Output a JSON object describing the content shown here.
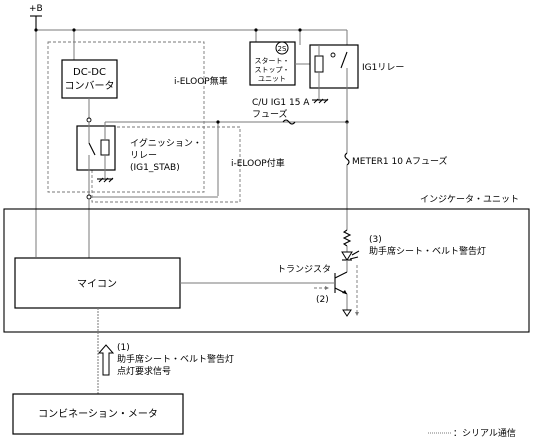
{
  "supply": {
    "label": "+B"
  },
  "dcdc": {
    "line1": "DC-DC",
    "line2": "コンバータ"
  },
  "eloop": {
    "without": "i-ELOOP無車",
    "with": "i-ELOOP付車"
  },
  "ign_relay": {
    "line1": "イグニッション・",
    "line2": "リレー",
    "line3": "(IG1_STAB)"
  },
  "ss_unit": {
    "symbol": "2S",
    "line1": "スタート・",
    "line2": "ストップ・",
    "line3": "ユニット"
  },
  "ig1_relay": {
    "label": "IG1リレー"
  },
  "fuse_ig1": {
    "line1": "C/U IG1 15 A",
    "line2": "フューズ"
  },
  "fuse_meter": {
    "label": "METER1 10 Aフューズ"
  },
  "indicator_unit": {
    "label": "インジケータ・ユニット"
  },
  "micom": {
    "label": "マイコン"
  },
  "transistor": {
    "label": "トランジスタ"
  },
  "step2": {
    "label": "(2)"
  },
  "step3": {
    "label": "(3)",
    "line": "助手席シート・ベルト警告灯"
  },
  "step1": {
    "label": "(1)",
    "line1": "助手席シート・ベルト警告灯",
    "line2": "点灯要求信号"
  },
  "combi_meter": {
    "label": "コンビネーション・メータ"
  },
  "legend": {
    "label": "：シリアル通信"
  }
}
